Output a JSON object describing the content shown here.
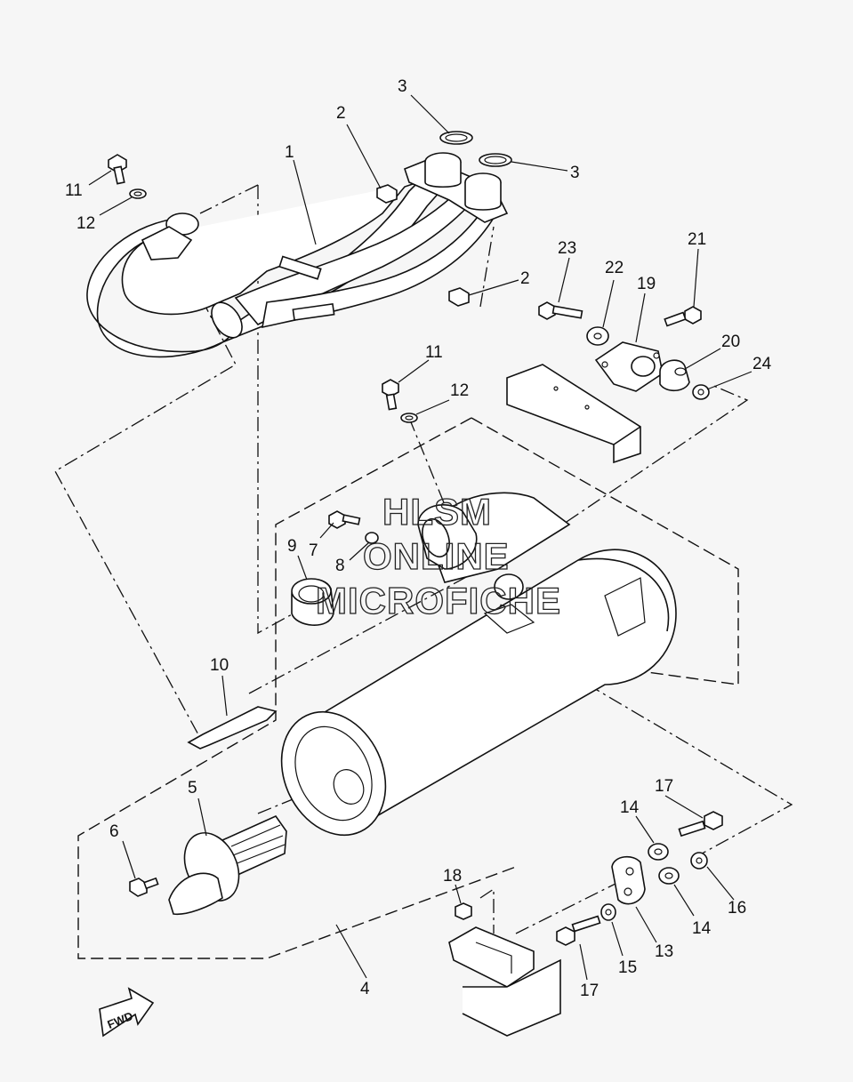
{
  "watermark": {
    "line1": "HLSM",
    "line2": "ONLINE",
    "line3": "MICROFICHE"
  },
  "direction_label": "FWD",
  "callouts": [
    {
      "id": "c1",
      "text": "1"
    },
    {
      "id": "c2a",
      "text": "2"
    },
    {
      "id": "c2b",
      "text": "2"
    },
    {
      "id": "c3a",
      "text": "3"
    },
    {
      "id": "c3b",
      "text": "3"
    },
    {
      "id": "c4",
      "text": "4"
    },
    {
      "id": "c5",
      "text": "5"
    },
    {
      "id": "c6",
      "text": "6"
    },
    {
      "id": "c7",
      "text": "7"
    },
    {
      "id": "c8",
      "text": "8"
    },
    {
      "id": "c9",
      "text": "9"
    },
    {
      "id": "c10",
      "text": "10"
    },
    {
      "id": "c11a",
      "text": "11"
    },
    {
      "id": "c11b",
      "text": "11"
    },
    {
      "id": "c12a",
      "text": "12"
    },
    {
      "id": "c12b",
      "text": "12"
    },
    {
      "id": "c13",
      "text": "13"
    },
    {
      "id": "c14a",
      "text": "14"
    },
    {
      "id": "c14b",
      "text": "14"
    },
    {
      "id": "c15",
      "text": "15"
    },
    {
      "id": "c16",
      "text": "16"
    },
    {
      "id": "c17a",
      "text": "17"
    },
    {
      "id": "c17b",
      "text": "17"
    },
    {
      "id": "c18",
      "text": "18"
    },
    {
      "id": "c19",
      "text": "19"
    },
    {
      "id": "c20",
      "text": "20"
    },
    {
      "id": "c21",
      "text": "21"
    },
    {
      "id": "c22",
      "text": "22"
    },
    {
      "id": "c23",
      "text": "23"
    },
    {
      "id": "c24",
      "text": "24"
    }
  ]
}
